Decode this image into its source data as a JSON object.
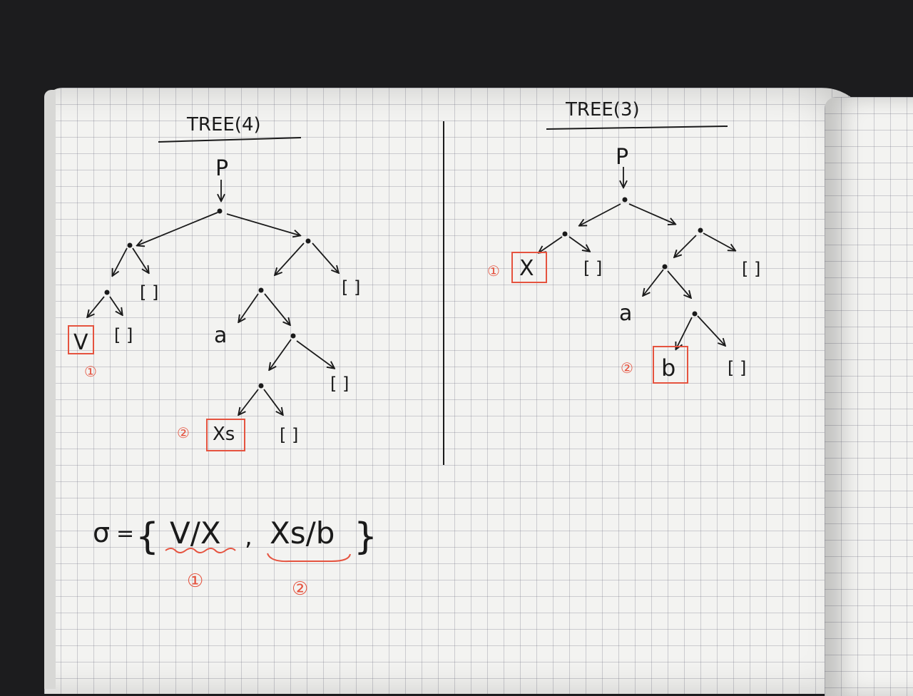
{
  "left_tree": {
    "title": "TREE(4)",
    "root": "P",
    "leaves": {
      "v": "V",
      "empty1": "[ ]",
      "empty2": "[ ]",
      "a": "a",
      "empty3": "[ ]",
      "empty4": "[ ]",
      "xs": "Xs",
      "empty5": "[ ]"
    },
    "marks": [
      "①",
      "②"
    ]
  },
  "right_tree": {
    "title": "TREE(3)",
    "root": "P",
    "leaves": {
      "x": "X",
      "empty1": "[ ]",
      "empty2": "[ ]",
      "a": "a",
      "b": "b",
      "empty3": "[ ]"
    },
    "marks": [
      "①",
      "②"
    ]
  },
  "substitution": {
    "sigma": "σ",
    "eq": "=",
    "open_brace": "{",
    "binding1": "V/X",
    "comma": ",",
    "binding2": "Xs/b",
    "close_brace": "}",
    "mark1": "①",
    "mark2": "②"
  },
  "colors": {
    "ink": "#1a1a1a",
    "highlight": "#e5533f",
    "paper": "#f3f3f1"
  }
}
